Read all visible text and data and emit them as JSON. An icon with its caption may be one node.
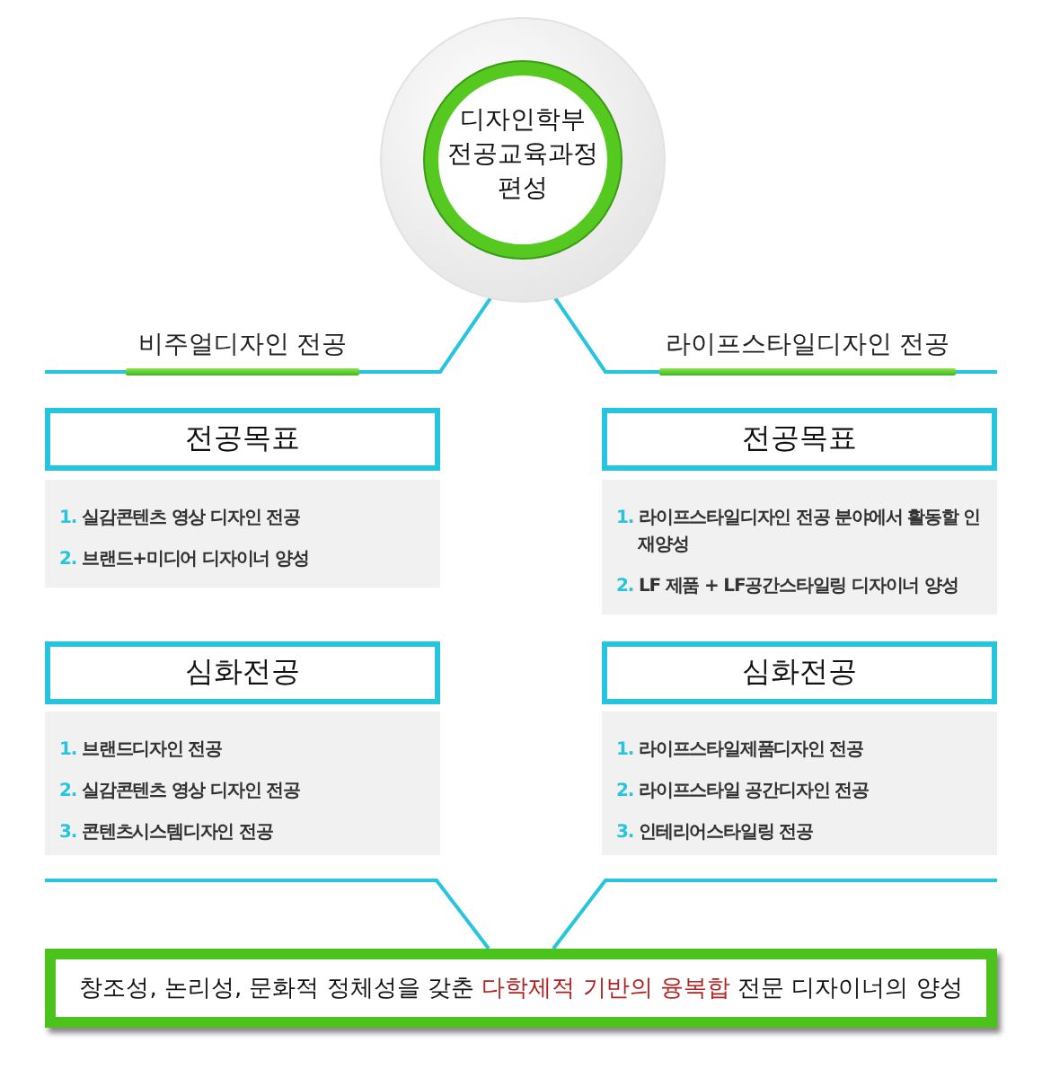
{
  "diagram": {
    "nodes": [
      {
        "text": [
          "디자인학부 전공교육과정 편성"
        ]
      },
      {
        "text": [
          "비주얼디자인 전공"
        ]
      },
      {
        "text": [
          "라이프스타일디자인 전공"
        ]
      },
      {
        "text": [
          "전공목표"
        ]
      },
      {
        "text": [
          "1. 실감콘텐츠 영상 디자인 전공",
          "2. 브랜드+미디어 디자이너 양성"
        ]
      },
      {
        "text": [
          "심화전공"
        ]
      },
      {
        "text": [
          "1. 브랜드디자인 전공",
          "2. 실감콘텐츠 영상 디자인 전공",
          "3. 콘텐츠시스템디자인 전공"
        ]
      },
      {
        "text": [
          "전공목표"
        ]
      },
      {
        "text": [
          "1. 라이프스타일디자인 전공 분야에서 활동할 인재양성",
          "2. LF 제품 + LF공간스타일링 디자이너 양성"
        ]
      },
      {
        "text": [
          "심화전공"
        ]
      },
      {
        "text": [
          "1. 라이프스타일제품디자인 전공",
          "2. 라이프스타일 공간디자인 전공",
          "3. 인테리어스타일링 전공"
        ]
      },
      {
        "text": [
          "창조성, 논리성, 문화적 정체성을 갖춘 *다학제적 기반의 융복합* 전문 디자이너의 양성"
        ]
      }
    ],
    "edges": [
      {
        "from": 0,
        "to": 1,
        "arrow": "none"
      },
      {
        "from": 0,
        "to": 2,
        "arrow": "none"
      },
      {
        "from": null,
        "to": 11,
        "arrow": "none"
      },
      {
        "from": null,
        "to": 11,
        "arrow": "none"
      }
    ]
  }
}
